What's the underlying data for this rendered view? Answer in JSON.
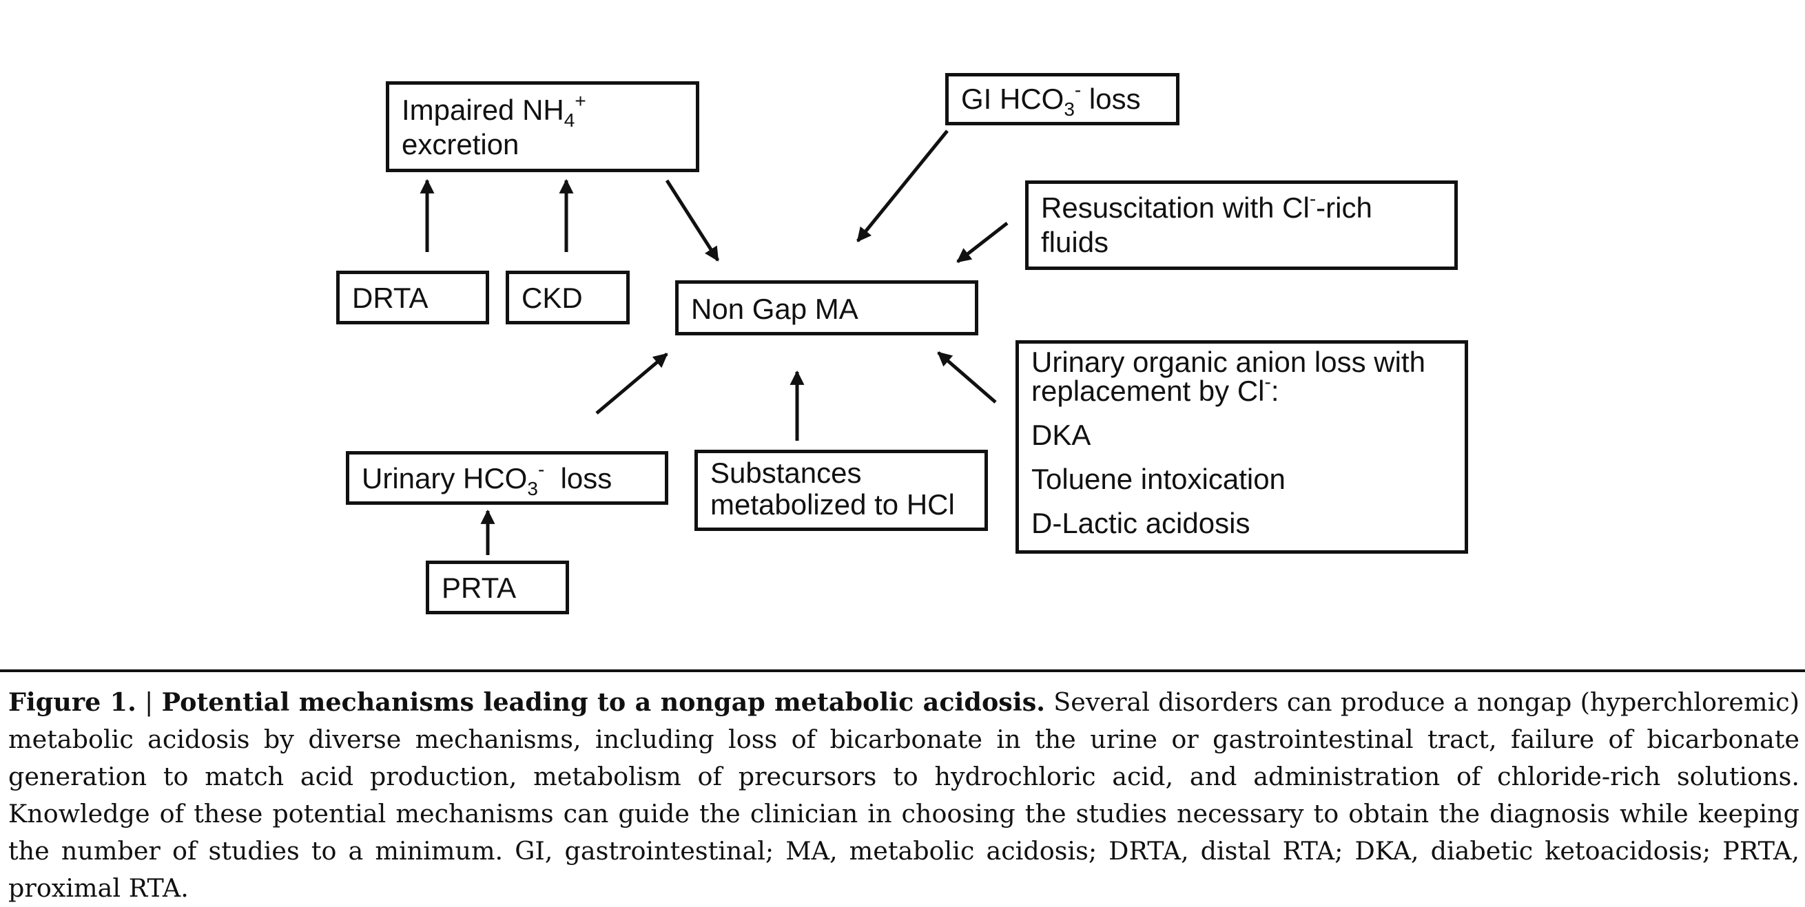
{
  "diagram": {
    "impaired": {
      "line1_pre": "Impaired NH",
      "line1_sub": "4",
      "line1_sup": "+",
      "line2": "excretion"
    },
    "gi_loss": {
      "pre": "GI HCO",
      "sub": "3",
      "sup": "-",
      "post": " loss"
    },
    "resuscitation": {
      "line1_pre": "Resuscitation with Cl",
      "line1_sup": "-",
      "line1_post": "-rich",
      "line2": "fluids"
    },
    "drta": "DRTA",
    "ckd": "CKD",
    "non_gap_ma": "Non Gap MA",
    "urinary_organic": {
      "line1": "Urinary organic anion loss with",
      "line2_pre": "replacement by Cl",
      "line2_sup": "-",
      "line2_post": ":",
      "items": [
        "DKA",
        "Toluene intoxication",
        "D-Lactic acidosis"
      ]
    },
    "urinary_hco3": {
      "pre": "Urinary HCO",
      "sub": "3",
      "sup": "-",
      "post": "  loss"
    },
    "substances": {
      "line1": "Substances",
      "line2": "metabolized to HCl"
    },
    "prta": "PRTA"
  },
  "caption": {
    "label": "Figure 1.",
    "separator": " | ",
    "title": "Potential mechanisms leading to a nongap metabolic acidosis.",
    "body": " Several disorders can produce a nongap (hyperchloremic) metabolic acidosis by diverse mechanisms, including loss of bicarbonate in the urine or gastrointestinal tract, failure of bicarbonate generation to match acid production, metabolism of precursors to hydrochloric acid, and administration of chloride-rich solutions. Knowledge of these potential mechanisms can guide the clinician in choosing the studies necessary to obtain the diagnosis while keeping the number of studies to a minimum. GI, gastrointestinal; MA, metabolic acidosis; DRTA, distal RTA; DKA, diabetic ketoacidosis; PRTA, proximal RTA."
  }
}
